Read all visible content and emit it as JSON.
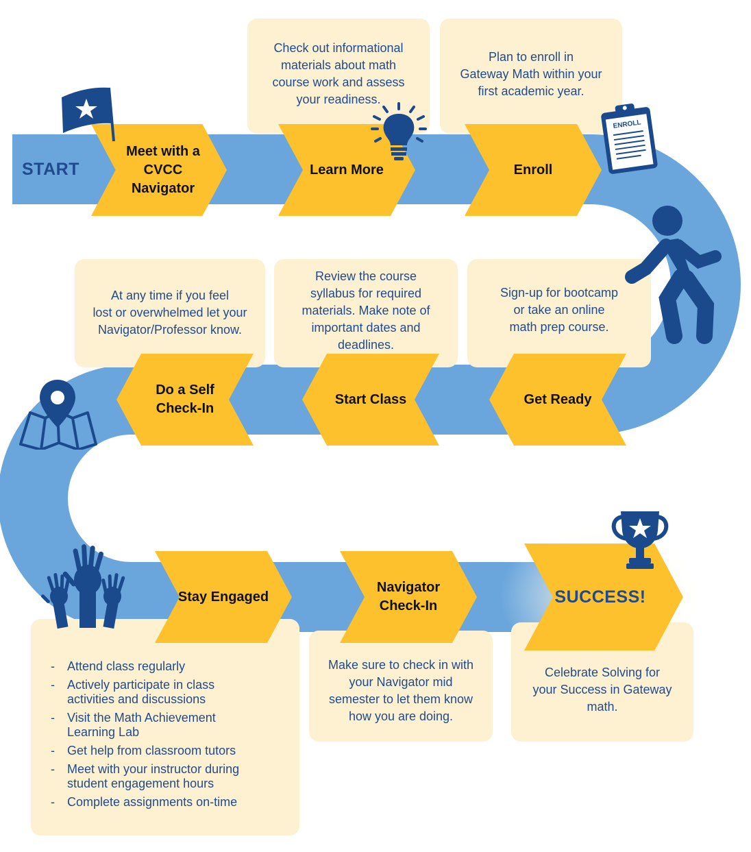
{
  "start_label": "START",
  "steps": [
    {
      "title": "Meet with a\nCVCC\nNavigator"
    },
    {
      "title": "Learn More",
      "text": "Check out informational\nmaterials about math\ncourse work and assess\nyour readiness."
    },
    {
      "title": "Enroll",
      "text": "Plan to enroll in\nGateway Math within your\nfirst academic year."
    },
    {
      "title": "Get Ready",
      "text": "Sign-up for bootcamp\nor take an online\nmath prep course."
    },
    {
      "title": "Start Class",
      "text": "Review the course\nsyllabus for required\nmaterials. Make note of\nimportant dates and\ndeadlines."
    },
    {
      "title": "Do a Self\nCheck-In",
      "text": "At any time if you feel\nlost or overwhelmed let your\nNavigator/Professor know."
    },
    {
      "title": "Stay Engaged",
      "bullets": [
        "Attend class regularly",
        "Actively participate in class\nactivities and discussions",
        "Visit the Math Achievement\nLearning Lab",
        "Get help from classroom tutors",
        "Meet with your instructor during\nstudent engagement hours",
        "Complete assignments on-time"
      ]
    },
    {
      "title": "Navigator\nCheck-In",
      "text": "Make sure to check in with\nyour Navigator mid\nsemester to let them know\nhow you are doing."
    },
    {
      "title": "SUCCESS!",
      "text": "Celebrate Solving for\nyour Success in Gateway\nmath."
    }
  ],
  "icons": {
    "flag": "flag-star-icon",
    "bulb": "lightbulb-icon",
    "clipboard": "clipboard-icon",
    "clipboard_label": "ENROLL",
    "walker": "walking-person-icon",
    "map": "map-pin-icon",
    "hands": "raised-hands-icon",
    "trophy": "trophy-star-icon"
  },
  "colors": {
    "road": "#6aa5dc",
    "chevron": "#fcc12d",
    "card": "#fdf1d1",
    "text": "#1f4b8e",
    "icon": "#1a4a8c"
  }
}
